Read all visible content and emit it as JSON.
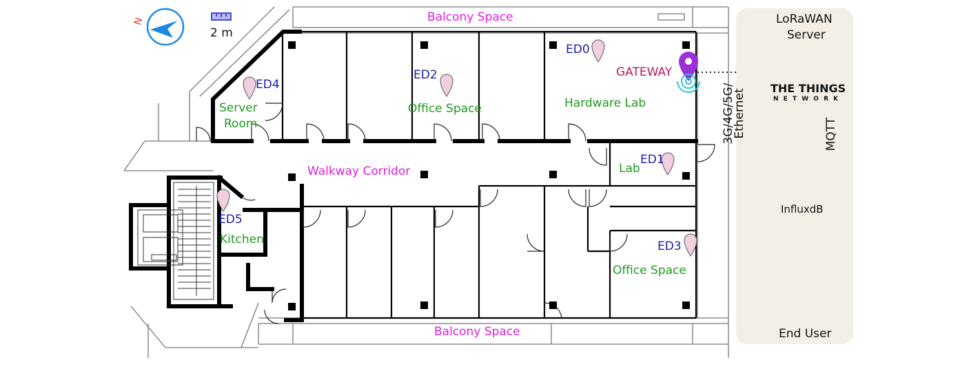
{
  "spaces": {
    "balcony_top": "Balcony Space",
    "balcony_bottom": "Balcony Space",
    "corridor": "Walkway Corridor"
  },
  "rooms": {
    "server_room_line1": "Server",
    "server_room_line2": "Room",
    "office_space_top": "Office Space",
    "hardware_lab": "Hardware Lab",
    "lab": "Lab",
    "kitchen": "Kitchen",
    "office_space_bottom": "Office Space"
  },
  "devices": {
    "ed0": "ED0",
    "ed1": "ED1",
    "ed2": "ED2",
    "ed3": "ED3",
    "ed4": "ED4",
    "ed5": "ED5",
    "gateway": "GATEWAY"
  },
  "scale": {
    "label": "2 m"
  },
  "compass": {
    "label": "N"
  },
  "network": {
    "server_line1": "LoRaWAN",
    "server_line2": "Server",
    "ttn_line1": "THE THINGS",
    "ttn_line2": "N E T W O R K",
    "backhaul_line1": "3G/4G/5G/",
    "backhaul_line2": "Ethernet",
    "mqtt": "MQTT",
    "database": "InfluxdB",
    "end_user": "End User"
  },
  "colors": {
    "room_label": "#1f9a1f",
    "space_label": "#e11ee1",
    "device_label": "#1a1aa8",
    "gateway_label": "#c2185b",
    "gateway_pin": "#9b30d9",
    "node_pin": "#f2cfe0",
    "cloud": "#1e73be",
    "user_icon": "#8a1be0",
    "compass": "#1e88e5",
    "panel_bg": "#f3efe6"
  }
}
